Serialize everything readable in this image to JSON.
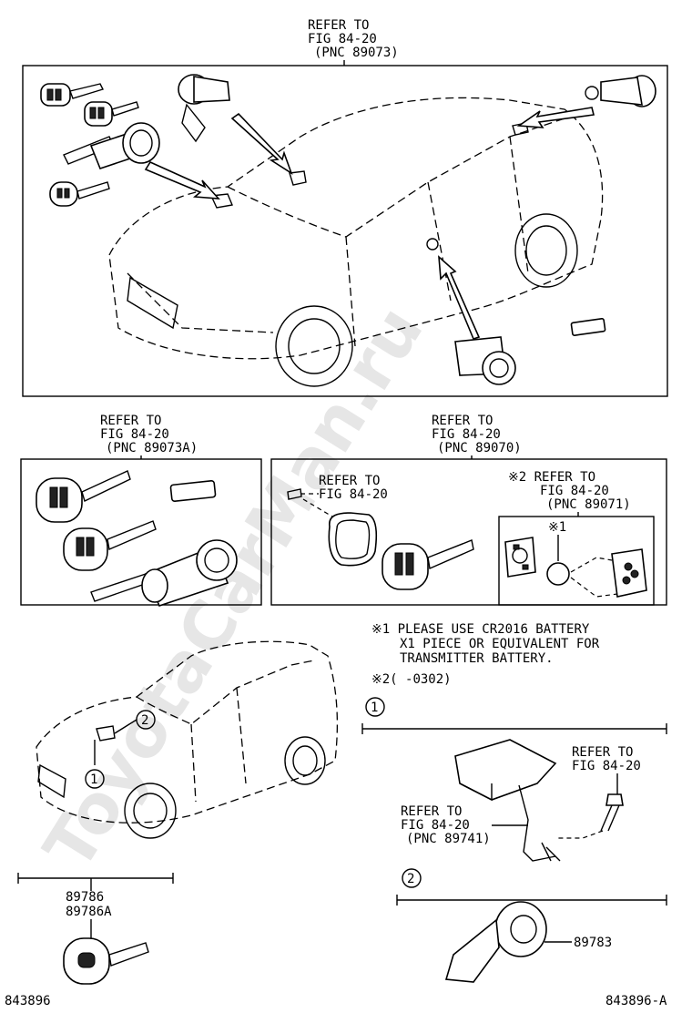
{
  "watermark": "ToyotaCarMan.ru",
  "top_refer": [
    "REFER TO",
    "FIG 84-20",
    "(PNC 89073)"
  ],
  "left_refer": [
    "REFER TO",
    "FIG 84-20",
    "(PNC 89073A)"
  ],
  "mid_refer": [
    "REFER TO",
    "FIG 84-20",
    "(PNC 89070)"
  ],
  "inner_refer": [
    "REFER TO",
    "FIG 84-20"
  ],
  "note2_refer": [
    "※2 REFER TO",
    "FIG 84-20",
    "(PNC 89071)"
  ],
  "battery_mark": "※1",
  "notes": [
    "※1 PLEASE USE CR2016 BATTERY",
    "X1 PIECE OR EQUIVALENT FOR",
    "TRANSMITTER BATTERY.",
    "※2(     -0302)"
  ],
  "callouts": [
    "1",
    "2"
  ],
  "ecu_refer_right": [
    "REFER TO",
    "FIG 84-20"
  ],
  "ecu_refer_left": [
    "REFER TO",
    "FIG 84-20",
    "(PNC 89741)"
  ],
  "key_parts": [
    "89786",
    "89786A"
  ],
  "sensor_part": "89783",
  "footer_left": "843896",
  "footer_right": "843896-A"
}
